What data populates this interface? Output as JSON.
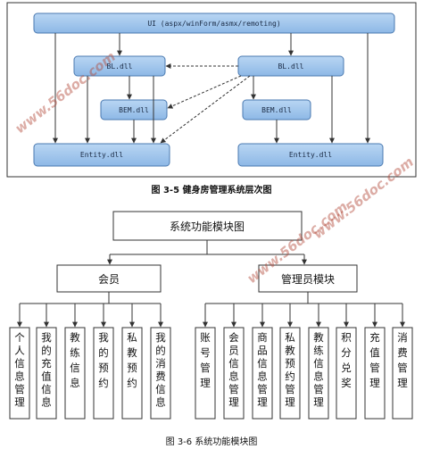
{
  "fig5": {
    "ui": "UI (aspx/winForm/asmx/remoting)",
    "bl_left": "BL.dll",
    "bl_right": "BL.dll",
    "bem_left": "BEM.dll",
    "bem_right": "BEM.dll",
    "entity_left": "Entity.dll",
    "entity_right": "Entity.dll",
    "caption": "图 3-5 健身房管理系统层次图"
  },
  "fig6": {
    "root": "系统功能模块图",
    "member": "会员",
    "admin": "管理员模块",
    "member_items": [
      "个人信息管理",
      "我的充值信息",
      "教练信息",
      "我的预约",
      "私教预约",
      "我的消费信息"
    ],
    "admin_items": [
      "账号管理",
      "会员信息管理",
      "商品信息管理",
      "私教预约管理",
      "教练信息管理",
      "积分兑奖",
      "充值管理",
      "消费管理"
    ],
    "caption": "图 3-6 系统功能模块图"
  },
  "watermarks": [
    "www.56doc.com",
    "www.56doc.com",
    "www.56doc.com"
  ],
  "colors": {
    "node_fill": "#9ec5ec",
    "node_stroke": "#4a79b0",
    "frame": "#333333"
  }
}
